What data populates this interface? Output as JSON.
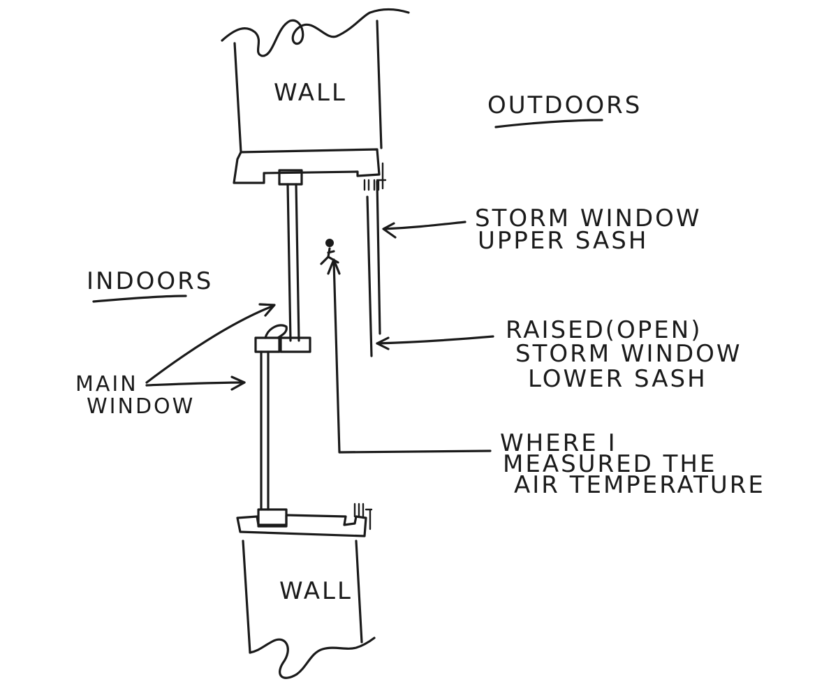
{
  "labels": {
    "wall_top": "WALL",
    "wall_bottom": "WALL",
    "outdoors": "OUTDOORS",
    "indoors": "INDOORS",
    "storm_upper": [
      "STORM WINDOW",
      "UPPER SASH"
    ],
    "storm_lower": [
      "RAISED(OPEN)",
      "STORM WINDOW",
      "LOWER SASH"
    ],
    "main_window": [
      "MAIN",
      "WINDOW"
    ],
    "measure_point": [
      "WHERE I",
      "MEASURED THE",
      "AIR TEMPERATURE"
    ]
  }
}
